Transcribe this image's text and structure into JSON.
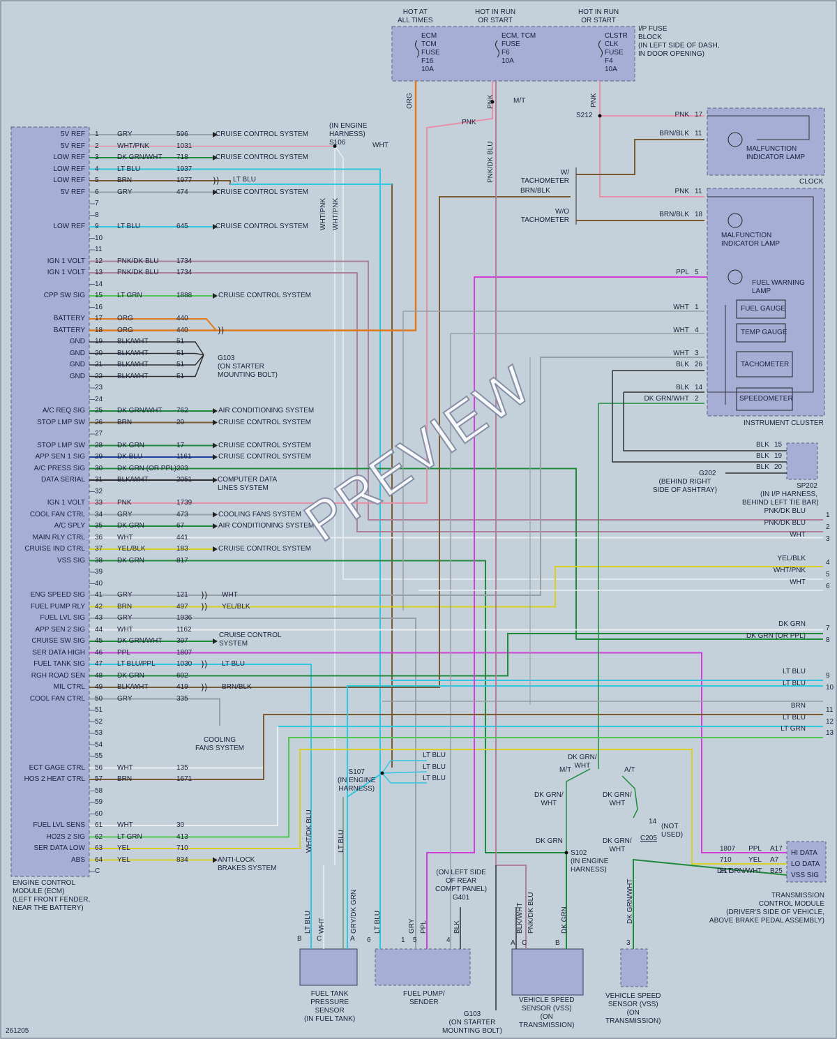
{
  "colors": {
    "background": "#c5d1da",
    "module_fill": "#a6aed6",
    "wire_org": "#e07a20",
    "wire_pnk": "#e890a8",
    "wire_ltblu": "#30c8e0",
    "wire_dkgrn": "#1f8a3c",
    "wire_ltgrn": "#50c850",
    "wire_ppl": "#d040d8",
    "wire_yel": "#d8d020",
    "wire_brn": "#7a5a30",
    "wire_wht": "#e8eef2",
    "wire_gry": "#98a0a8",
    "wire_blk": "#303030"
  },
  "fuse_block": {
    "headers": [
      "HOT AT\nALL TIMES",
      "HOT IN RUN\nOR START",
      "HOT IN RUN\nOR START"
    ],
    "fuses": [
      "ECM\nTCM\nFUSE\nF16\n10A",
      "ECM, TCM\nFUSE\nF6\n10A",
      "CLSTR\nCLK\nFUSE\nF4\n10A"
    ],
    "title": "I/P FUSE\nBLOCK\n(IN LEFT SIDE OF DASH,\nIN DOOR OPENING)"
  },
  "ecm": {
    "title": "ENGINE CONTROL\nMODULE (ECM)\n(LEFT FRONT FENDER,\nNEAR THE BATTERY)",
    "pins": [
      {
        "n": "1",
        "name": "5V REF",
        "color": "GRY",
        "circ": "596",
        "dest": "CRUISE CONTROL SYSTEM"
      },
      {
        "n": "2",
        "name": "5V REF",
        "color": "WHT/PNK",
        "circ": "1031",
        "dest": ""
      },
      {
        "n": "3",
        "name": "LOW REF",
        "color": "DK GRN/WHT",
        "circ": "718",
        "dest": "CRUISE CONTROL SYSTEM"
      },
      {
        "n": "4",
        "name": "LOW REF",
        "color": "LT BLU",
        "circ": "1937",
        "dest": ""
      },
      {
        "n": "5",
        "name": "LOW REF",
        "color": "BRN",
        "circ": "1977",
        "dest": ""
      },
      {
        "n": "6",
        "name": "5V REF",
        "color": "GRY",
        "circ": "474",
        "dest": "CRUISE CONTROL SYSTEM"
      },
      {
        "n": "7",
        "name": "",
        "color": "",
        "circ": "",
        "dest": ""
      },
      {
        "n": "8",
        "name": "",
        "color": "",
        "circ": "",
        "dest": ""
      },
      {
        "n": "9",
        "name": "LOW REF",
        "color": "LT BLU",
        "circ": "645",
        "dest": "CRUISE CONTROL SYSTEM"
      },
      {
        "n": "10",
        "name": "",
        "color": "",
        "circ": "",
        "dest": ""
      },
      {
        "n": "11",
        "name": "",
        "color": "",
        "circ": "",
        "dest": ""
      },
      {
        "n": "12",
        "name": "IGN 1 VOLT",
        "color": "PNK/DK BLU",
        "circ": "1734",
        "dest": ""
      },
      {
        "n": "13",
        "name": "IGN 1 VOLT",
        "color": "PNK/DK BLU",
        "circ": "1734",
        "dest": ""
      },
      {
        "n": "14",
        "name": "",
        "color": "",
        "circ": "",
        "dest": ""
      },
      {
        "n": "15",
        "name": "CPP SW SIG",
        "color": "LT GRN",
        "circ": "1888",
        "dest": "CRUISE CONTROL SYSTEM"
      },
      {
        "n": "16",
        "name": "",
        "color": "",
        "circ": "",
        "dest": ""
      },
      {
        "n": "17",
        "name": "BATTERY",
        "color": "ORG",
        "circ": "440",
        "dest": ""
      },
      {
        "n": "18",
        "name": "BATTERY",
        "color": "ORG",
        "circ": "440",
        "dest": ""
      },
      {
        "n": "19",
        "name": "GND",
        "color": "BLK/WHT",
        "circ": "51",
        "dest": ""
      },
      {
        "n": "20",
        "name": "GND",
        "color": "BLK/WHT",
        "circ": "51",
        "dest": ""
      },
      {
        "n": "21",
        "name": "GND",
        "color": "BLK/WHT",
        "circ": "51",
        "dest": ""
      },
      {
        "n": "22",
        "name": "GND",
        "color": "BLK/WHT",
        "circ": "51",
        "dest": ""
      },
      {
        "n": "23",
        "name": "",
        "color": "",
        "circ": "",
        "dest": ""
      },
      {
        "n": "24",
        "name": "",
        "color": "",
        "circ": "",
        "dest": ""
      },
      {
        "n": "25",
        "name": "A/C REQ SIG",
        "color": "DK GRN/WHT",
        "circ": "762",
        "dest": "AIR CONDITIONING SYSTEM"
      },
      {
        "n": "26",
        "name": "STOP LMP SW",
        "color": "BRN",
        "circ": "20",
        "dest": "CRUISE CONTROL SYSTEM"
      },
      {
        "n": "27",
        "name": "",
        "color": "",
        "circ": "",
        "dest": ""
      },
      {
        "n": "28",
        "name": "STOP LMP SW",
        "color": "DK GRN",
        "circ": "17",
        "dest": "CRUISE CONTROL SYSTEM"
      },
      {
        "n": "29",
        "name": "APP SEN 1 SIG",
        "color": "DK BLU",
        "circ": "1161",
        "dest": "CRUISE CONTROL SYSTEM"
      },
      {
        "n": "30",
        "name": "A/C PRESS SIG",
        "color": "DK GRN   (OR PPL)",
        "circ": "203",
        "dest": ""
      },
      {
        "n": "31",
        "name": "DATA SERIAL",
        "color": "BLK/WHT",
        "circ": "2051",
        "dest": "COMPUTER DATA\nLINES SYSTEM"
      },
      {
        "n": "32",
        "name": "",
        "color": "",
        "circ": "",
        "dest": ""
      },
      {
        "n": "33",
        "name": "IGN 1 VOLT",
        "color": "PNK",
        "circ": "1739",
        "dest": ""
      },
      {
        "n": "34",
        "name": "COOL FAN CTRL",
        "color": "GRY",
        "circ": "473",
        "dest": "COOLING FANS SYSTEM"
      },
      {
        "n": "35",
        "name": "A/C SPLY",
        "color": "DK GRN",
        "circ": "67",
        "dest": "AIR CONDITIONING SYSTEM"
      },
      {
        "n": "36",
        "name": "MAIN RLY CTRL",
        "color": "WHT",
        "circ": "441",
        "dest": ""
      },
      {
        "n": "37",
        "name": "CRUISE IND CTRL",
        "color": "YEL/BLK",
        "circ": "183",
        "dest": "CRUISE CONTROL SYSTEM"
      },
      {
        "n": "38",
        "name": "VSS SIG",
        "color": "DK GRN",
        "circ": "817",
        "dest": ""
      },
      {
        "n": "39",
        "name": "",
        "color": "",
        "circ": "",
        "dest": ""
      },
      {
        "n": "40",
        "name": "",
        "color": "",
        "circ": "",
        "dest": ""
      },
      {
        "n": "41",
        "name": "ENG SPEED SIG",
        "color": "GRY",
        "circ": "121",
        "dest": ""
      },
      {
        "n": "42",
        "name": "FUEL PUMP RLY",
        "color": "BRN",
        "circ": "497",
        "dest": ""
      },
      {
        "n": "43",
        "name": "FUEL LVL SIG",
        "color": "GRY",
        "circ": "1936",
        "dest": ""
      },
      {
        "n": "44",
        "name": "APP SEN 2 SIG",
        "color": "WHT",
        "circ": "1162",
        "dest": ""
      },
      {
        "n": "45",
        "name": "CRUISE SW SIG",
        "color": "DK GRN/WHT",
        "circ": "397",
        "dest": ""
      },
      {
        "n": "46",
        "name": "SER DATA HIGH",
        "color": "PPL",
        "circ": "1807",
        "dest": ""
      },
      {
        "n": "47",
        "name": "FUEL TANK SIG",
        "color": "LT BLU/PPL",
        "circ": "1030",
        "dest": ""
      },
      {
        "n": "48",
        "name": "RGH ROAD SEN",
        "color": "DK GRN",
        "circ": "602",
        "dest": ""
      },
      {
        "n": "49",
        "name": "MIL CTRL",
        "color": "BLK/WHT",
        "circ": "419",
        "dest": ""
      },
      {
        "n": "50",
        "name": "COOL FAN CTRL",
        "color": "GRY",
        "circ": "335",
        "dest": ""
      },
      {
        "n": "51",
        "name": "",
        "color": "",
        "circ": "",
        "dest": ""
      },
      {
        "n": "52",
        "name": "",
        "color": "",
        "circ": "",
        "dest": ""
      },
      {
        "n": "53",
        "name": "",
        "color": "",
        "circ": "",
        "dest": ""
      },
      {
        "n": "54",
        "name": "",
        "color": "",
        "circ": "",
        "dest": ""
      },
      {
        "n": "55",
        "name": "",
        "color": "",
        "circ": "",
        "dest": ""
      },
      {
        "n": "56",
        "name": "ECT GAGE CTRL",
        "color": "WHT",
        "circ": "135",
        "dest": ""
      },
      {
        "n": "57",
        "name": "HOS 2 HEAT CTRL",
        "color": "BRN",
        "circ": "1671",
        "dest": ""
      },
      {
        "n": "58",
        "name": "",
        "color": "",
        "circ": "",
        "dest": ""
      },
      {
        "n": "59",
        "name": "",
        "color": "",
        "circ": "",
        "dest": ""
      },
      {
        "n": "60",
        "name": "",
        "color": "",
        "circ": "",
        "dest": ""
      },
      {
        "n": "61",
        "name": "FUEL LVL SENS",
        "color": "WHT",
        "circ": "30",
        "dest": ""
      },
      {
        "n": "62",
        "name": "HO2S 2 SIG",
        "color": "LT GRN",
        "circ": "413",
        "dest": ""
      },
      {
        "n": "63",
        "name": "SER DATA LOW",
        "color": "YEL",
        "circ": "710",
        "dest": ""
      },
      {
        "n": "64",
        "name": "ABS",
        "color": "YEL",
        "circ": "834",
        "dest": "ANTI-LOCK\nBRAKES SYSTEM"
      },
      {
        "n": "C",
        "name": "",
        "color": "",
        "circ": "",
        "dest": ""
      }
    ]
  },
  "labels": {
    "cruise_control_system": "CRUISE CONTROL\nSYSTEM",
    "cooling_fans": "COOLING\nFANS SYSTEM",
    "ltblu_5": "LT BLU",
    "wht_41": "WHT",
    "yelblk_42": "YEL/BLK",
    "ltblu_47": "LT BLU",
    "brnblk_49": "BRN/BLK",
    "g103_top": "G103\n(ON STARTER\nMOUNTING BOLT)",
    "s106": "(IN ENGINE\nHARNESS)\nS106",
    "s106_wht": "WHT",
    "s106_whtpnk_a": "WHT/PNK",
    "s106_whtpnk_b": "WHT/PNK",
    "org": "ORG",
    "pnk_top": "PNK",
    "pnk_mt": "PNK",
    "mt": "M/T",
    "pnkdkblu": "PNK/DK BLU",
    "pnk_s212": "PNK",
    "s212": "S212",
    "w_tach": "W/\nTACHOMETER",
    "brnblk_tach": "BRN/BLK",
    "wo_tach": "W/O\nTACHOMETER",
    "s107": "S107\n(IN ENGINE\nHARNESS)",
    "ltblu_s107_a": "LT BLU",
    "ltblu_s107_b": "LT BLU",
    "ltblu_s107_c": "LT BLU",
    "dkgrnwht_top": "DK GRN/\nWHT",
    "mt_bottom": "M/T",
    "at_bottom": "A/T",
    "dkgrnwht_mt": "DK GRN/\nWHT",
    "dkgrnwht_at": "DK GRN/\nWHT",
    "dkgrn_s102": "DK GRN",
    "s102": "S102\n(IN ENGINE\nHARNESS)",
    "dkgrnwht_c205": "DK GRN/\nWHT",
    "c205_14": "14",
    "c205": "C205",
    "not_used": "(NOT\nUSED)",
    "g401": "(ON LEFT SIDE\nOF REAR\nCOMPT PANEL)\nG401",
    "whtdkblu": "WHT/DK BLU",
    "ltblu_vert": "LT BLU",
    "g202": "G202",
    "g202_loc": "(BEHIND RIGHT\nSIDE OF ASHTRAY)",
    "sp202": "SP202\n(IN I/P HARNESS,\nBEHIND LEFT TIE BAR)",
    "g103_bottom": "G103\n(ON STARTER\nMOUNTING BOLT)",
    "diagram_id": "261205"
  },
  "cluster": {
    "title": "INSTRUMENT CLUSTER",
    "clock": "CLOCK",
    "mil_clock": "MALFUNCTION\nINDICATOR LAMP",
    "mil": "MALFUNCTION\nINDICATOR LAMP",
    "fuel_warning": "FUEL WARNING\nLAMP",
    "gauges": [
      "FUEL GAUGE",
      "TEMP GAUGE",
      "TACHOMETER",
      "SPEEDOMETER"
    ],
    "pins": [
      {
        "color": "PNK",
        "n": "17"
      },
      {
        "color": "BRN/BLK",
        "n": "11"
      },
      {
        "color": "PNK",
        "n": "11"
      },
      {
        "color": "BRN/BLK",
        "n": "18"
      },
      {
        "color": "PPL",
        "n": "5"
      },
      {
        "color": "WHT",
        "n": "1"
      },
      {
        "color": "WHT",
        "n": "4"
      },
      {
        "color": "WHT",
        "n": "3"
      },
      {
        "color": "BLK",
        "n": "26"
      },
      {
        "color": "BLK",
        "n": "14"
      },
      {
        "color": "DK GRN/WHT",
        "n": "2"
      }
    ],
    "blk_pins": [
      {
        "color": "BLK",
        "n": "15"
      },
      {
        "color": "BLK",
        "n": "19"
      },
      {
        "color": "BLK",
        "n": "20"
      }
    ]
  },
  "right_connector": [
    {
      "n": "1",
      "color": "PNK/DK BLU"
    },
    {
      "n": "2",
      "color": "PNK/DK BLU"
    },
    {
      "n": "3",
      "color": "WHT"
    },
    {
      "n": "4",
      "color": "YEL/BLK"
    },
    {
      "n": "5",
      "color": "WHT/PNK"
    },
    {
      "n": "6",
      "color": "WHT"
    },
    {
      "n": "7",
      "color": "DK GRN"
    },
    {
      "n": "8",
      "color": "DK GRN     (OR PPL)"
    },
    {
      "n": "9",
      "color": "LT BLU"
    },
    {
      "n": "10",
      "color": "LT BLU"
    },
    {
      "n": "11",
      "color": "BRN"
    },
    {
      "n": "12",
      "color": "LT BLU"
    },
    {
      "n": "13",
      "color": "LT GRN"
    }
  ],
  "tcm": {
    "title": "TRANSMISSION\nCONTROL MODULE\n(DRIVER'S SIDE OF VEHICLE,\nABOVE BRAKE PEDAL ASSEMBLY)",
    "pins": [
      {
        "circ": "1807",
        "color": "PPL",
        "pin": "A17",
        "name": "HI DATA"
      },
      {
        "circ": "710",
        "color": "YEL",
        "pin": "A7",
        "name": "LO DATA"
      },
      {
        "circ": "817",
        "color": "DK GRN/WHT",
        "pin": "B25",
        "name": "VSS SIG"
      }
    ]
  },
  "sensors": {
    "fuel_tank_pressure": {
      "title": "FUEL TANK\nPRESSURE\nSENSOR\n(IN FUEL TANK)",
      "pins": [
        {
          "p": "B",
          "color": "LT BLU"
        },
        {
          "p": "C",
          "color": "WHT"
        },
        {
          "p": "A",
          "color": "GRY/DK GRN"
        }
      ]
    },
    "fuel_pump": {
      "title": "FUEL PUMP/\nSENDER",
      "pins": [
        {
          "p": "6",
          "color": "LT BLU"
        },
        {
          "p": "1",
          "color": "GRY"
        },
        {
          "p": "5",
          "color": "PPL"
        },
        {
          "p": "4",
          "color": "BLK"
        }
      ]
    },
    "vss_mt": {
      "title": "VEHICLE SPEED\nSENSOR (VSS)\n(ON\nTRANSMISSION)",
      "pins": [
        {
          "p": "A",
          "color": "BLK/WHT"
        },
        {
          "p": "C",
          "color": "PNK/DK BLU"
        },
        {
          "p": "B",
          "color": "DK GRN"
        }
      ]
    },
    "vss_at": {
      "title": "VEHICLE SPEED\nSENSOR (VSS)\n(ON\nTRANSMISSION)",
      "pins": [
        {
          "p": "3",
          "color": "DK GRN/WHT"
        }
      ]
    }
  },
  "watermark": "PREVIEW"
}
